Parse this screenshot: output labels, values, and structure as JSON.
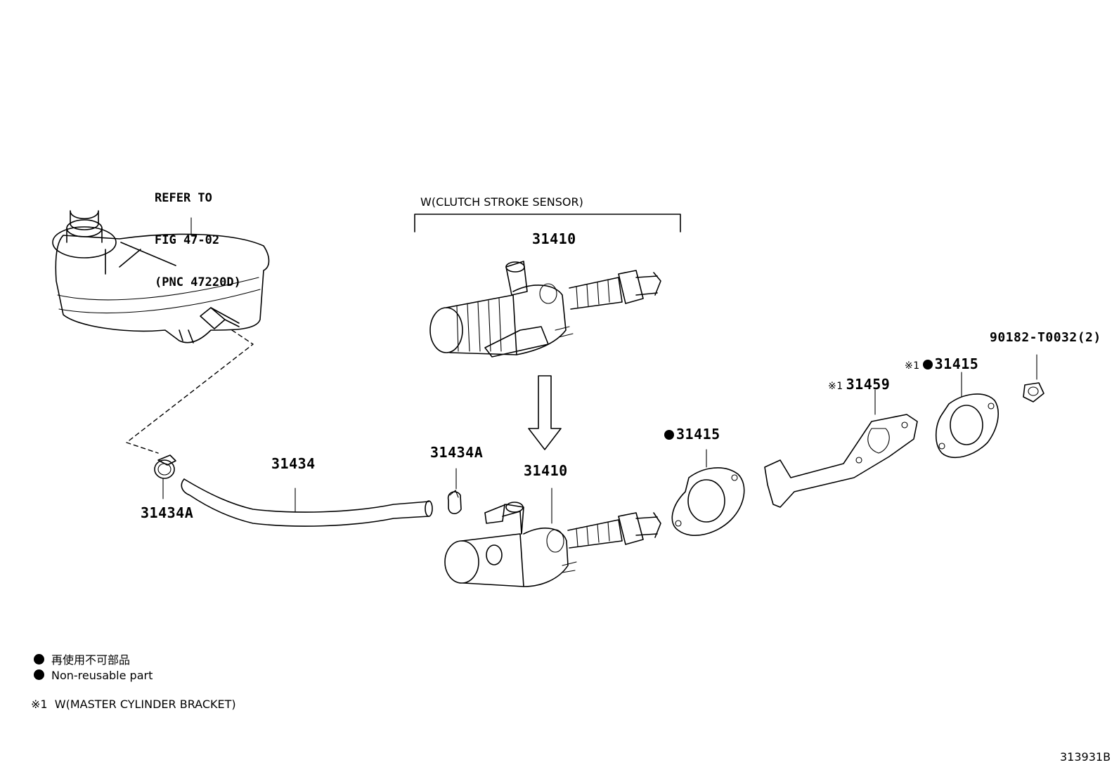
{
  "reference_note": {
    "line1": "REFER TO",
    "line2": "FIG 47-02",
    "line3": "(PNC 47220D)"
  },
  "variant_header": "W(CLUTCH STROKE SENSOR)",
  "callouts": {
    "master_cyl_sensor": "31410",
    "master_cyl": "31410",
    "hose": "31434",
    "clamp_left": "31434A",
    "clamp_right": "31434A",
    "gasket_mid": "31415",
    "gasket_right": "31415",
    "bracket": "31459",
    "nut": "90182-T0032(2)"
  },
  "markers": {
    "note_mark": "※1"
  },
  "legend": {
    "jp_text": "再使用不可部品",
    "en_text": "Non-reusable part",
    "note_text": "※1  W(MASTER CYLINDER BRACKET)"
  },
  "figure_id": "313931B"
}
